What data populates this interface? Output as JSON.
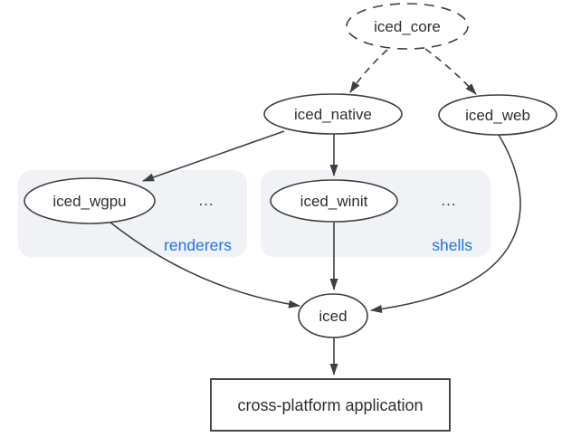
{
  "diagram": {
    "nodes": {
      "iced_core": {
        "label": "iced_core",
        "shape": "ellipse",
        "border": "dashed"
      },
      "iced_native": {
        "label": "iced_native",
        "shape": "ellipse",
        "border": "solid"
      },
      "iced_web": {
        "label": "iced_web",
        "shape": "ellipse",
        "border": "solid"
      },
      "iced_wgpu": {
        "label": "iced_wgpu",
        "shape": "ellipse",
        "border": "solid"
      },
      "iced_winit": {
        "label": "iced_winit",
        "shape": "ellipse",
        "border": "solid"
      },
      "iced": {
        "label": "iced",
        "shape": "ellipse",
        "border": "solid"
      },
      "app": {
        "label": "cross-platform application",
        "shape": "rect",
        "border": "solid"
      }
    },
    "groups": {
      "renderers": {
        "label": "renderers",
        "ellipsis": "...",
        "members": [
          "iced_wgpu"
        ]
      },
      "shells": {
        "label": "shells",
        "ellipsis": "...",
        "members": [
          "iced_winit"
        ]
      }
    },
    "edges": [
      {
        "from": "iced_core",
        "to": "iced_native",
        "style": "dashed"
      },
      {
        "from": "iced_core",
        "to": "iced_web",
        "style": "dashed"
      },
      {
        "from": "iced_native",
        "to": "iced_wgpu",
        "style": "solid"
      },
      {
        "from": "iced_native",
        "to": "iced_winit",
        "style": "solid"
      },
      {
        "from": "iced_wgpu",
        "to": "iced",
        "style": "solid"
      },
      {
        "from": "iced_winit",
        "to": "iced",
        "style": "solid"
      },
      {
        "from": "iced_web",
        "to": "iced",
        "style": "solid"
      },
      {
        "from": "iced",
        "to": "app",
        "style": "solid"
      }
    ],
    "colors": {
      "stroke": "#3c4043",
      "text": "#2b2f33",
      "group_fill": "#f0f2f6",
      "group_label": "#1a73e8",
      "node_fill": "#ffffff",
      "background": "#ffffff"
    }
  }
}
